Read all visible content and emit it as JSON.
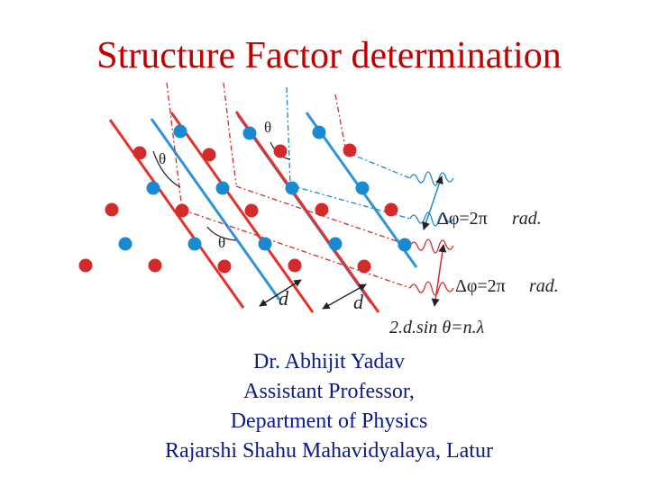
{
  "title": "Structure Factor determination",
  "colors": {
    "title": "#c00000",
    "credits": "#0c1a8a",
    "red_atom": "#d42a2a",
    "blue_atom": "#1a8ad0",
    "red_line": "#e8302a",
    "blue_line": "#2f93dc",
    "label": "#222222"
  },
  "diagram": {
    "theta_label": "θ",
    "spacing_label": "d",
    "phase_label": "Δφ=2π",
    "phase_unit": "rad.",
    "bragg_law": "2.d.sin θ=n.λ"
  },
  "credits": {
    "name": "Dr. Abhijit Yadav",
    "position": "Assistant Professor,",
    "department": "Department of Physics",
    "institution": "Rajarshi Shahu Mahavidyalaya, Latur"
  }
}
